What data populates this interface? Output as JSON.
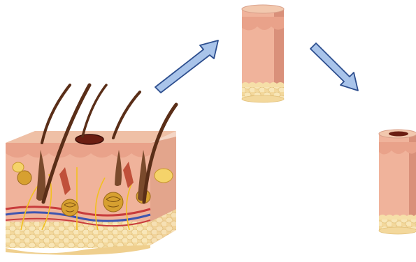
{
  "figure": {
    "panels": [
      "skin-block",
      "biopsy-core",
      "hollow-punch-sample"
    ],
    "arrows": 2,
    "colors": {
      "epidermis": "#EDB69A",
      "epidermis_light": "#F2C8AE",
      "dermis": "#F0B39B",
      "dermis_dark": "#D9907A",
      "hair": "#5A2E18",
      "fat": "#F6DFA8",
      "arrow_fill": "#A9C4EA",
      "arrow_stroke": "#2E4F8F",
      "vessel_red": "#C83C3C",
      "vessel_blue": "#3E55B0",
      "nerve": "#F2C020",
      "hole": "#6B1E12"
    }
  }
}
